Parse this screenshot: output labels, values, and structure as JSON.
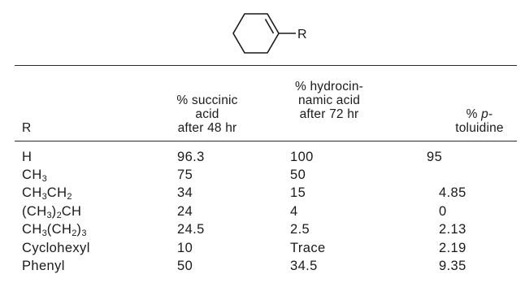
{
  "structure": {
    "substituent_label": "R"
  },
  "table": {
    "headers": {
      "r": "R",
      "succinic": "% succinic\nacid\nafter 48 hr",
      "hydrocinnamic": "% hydrocin-\nnamic acid\nafter 72 hr",
      "toluidine_prefix": "% ",
      "toluidine_italic": "p",
      "toluidine_suffix": "-\ntoluidine"
    },
    "rows": [
      {
        "r": "H",
        "succinic": "96.3",
        "hydrocinnamic": "100",
        "toluidine": "95"
      },
      {
        "r_html": "CH<sub class=\"sub\">3</sub>",
        "succinic": "75",
        "hydrocinnamic": "50",
        "toluidine": ""
      },
      {
        "r_html": "CH<sub class=\"sub\">3</sub>CH<sub class=\"sub\">2</sub>",
        "succinic": "34",
        "hydrocinnamic": "15",
        "toluidine": "4.85"
      },
      {
        "r_html": "(CH<sub class=\"sub\">3</sub>)<sub class=\"sub\">2</sub>CH",
        "succinic": "24",
        "hydrocinnamic": "4",
        "toluidine": "0"
      },
      {
        "r_html": "CH<sub class=\"sub\">3</sub>(CH<sub class=\"sub\">2</sub>)<sub class=\"sub\">3</sub>",
        "succinic": "24.5",
        "hydrocinnamic": "2.5",
        "toluidine": "2.13"
      },
      {
        "r": "Cyclohexyl",
        "succinic": "10",
        "hydrocinnamic": "Trace",
        "toluidine": "2.19"
      },
      {
        "r": "Phenyl",
        "succinic": "50",
        "hydrocinnamic": "34.5",
        "toluidine": "9.35"
      }
    ]
  }
}
